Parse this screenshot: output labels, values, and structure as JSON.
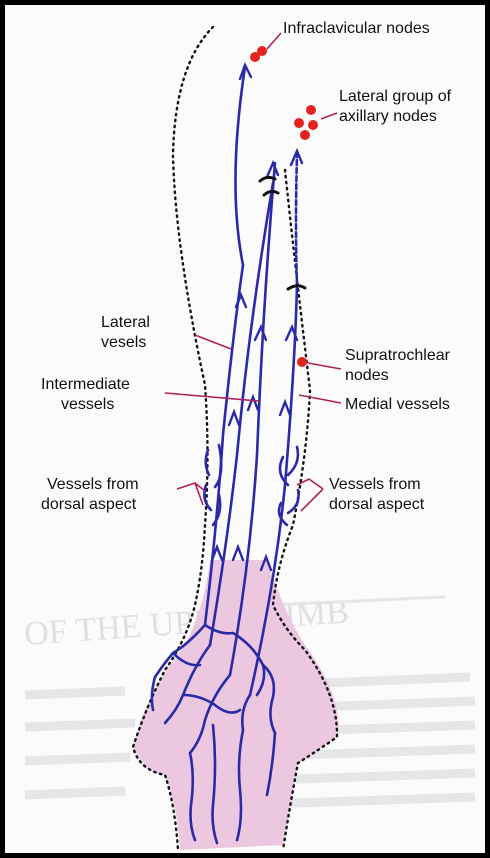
{
  "labels": {
    "infraclavicular": "Infraclavicular nodes",
    "lateral_group_1": "Lateral group of",
    "lateral_group_2": "axillary nodes",
    "lateral_vessels_1": "Lateral",
    "lateral_vessels_2": "vesels",
    "intermediate_1": "Intermediate",
    "intermediate_2": "vessels",
    "supratrochlear_1": "Supratrochlear",
    "supratrochlear_2": "nodes",
    "medial_vessels": "Medial vessels",
    "dorsal_left_1": "Vessels from",
    "dorsal_left_2": "dorsal aspect",
    "dorsal_right_1": "Vessels from",
    "dorsal_right_2": "dorsal aspect"
  },
  "colors": {
    "vessel": "#2a2aa8",
    "node": "#e3231c",
    "skin": "#ecc7e0",
    "leader": "#b0205a",
    "outline": "#111111"
  }
}
